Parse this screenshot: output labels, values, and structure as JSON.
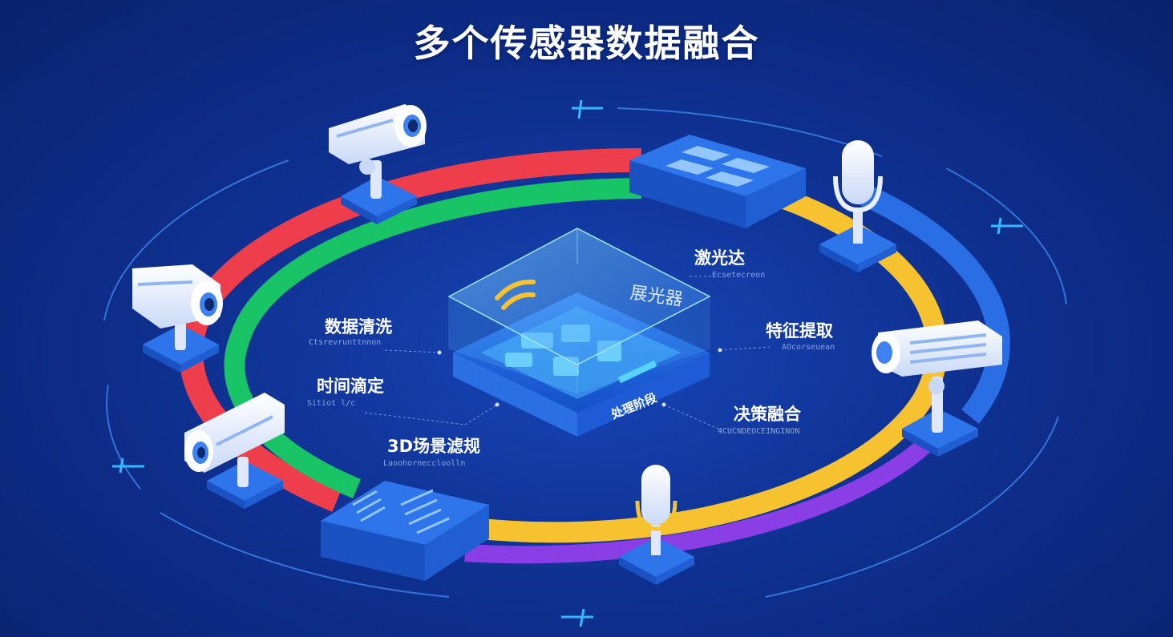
{
  "title": "多个传感器数据融合",
  "center_label": "处理阶段",
  "center_top_label": "展光器",
  "labels": {
    "lidar": "激光达",
    "cleaning": "数据清洗",
    "time_sync": "时间滴定",
    "scene": "3D场景滤规",
    "feature": "特征提取",
    "decision": "决策融合"
  },
  "sublabels": {
    "lidar": "Ecsetecreon",
    "cleaning": "Ctsrevrunttnnon",
    "time_sync": "Sitiot l/c",
    "scene": "Laoohorneccloolln",
    "feature": "AOcorseuean",
    "decision": "4CUCNDEOCEINGINON"
  },
  "colors": {
    "ring_red": "#ee3e4b",
    "ring_green": "#18c466",
    "ring_yellow": "#f7c230",
    "ring_purple": "#8a3fe6",
    "ring_blue": "#2a6ee6",
    "device_body": "#e8efff",
    "device_accent": "#3d82f0"
  }
}
